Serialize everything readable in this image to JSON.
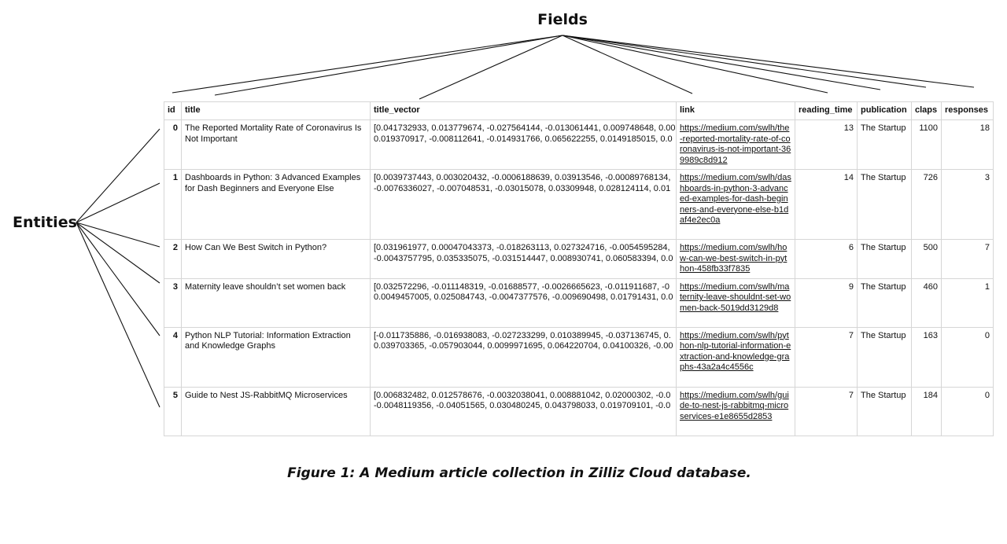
{
  "labels": {
    "fields": "Fields",
    "entities": "Entities"
  },
  "caption": "Figure 1: A Medium article collection in Zilliz Cloud database.",
  "columns": [
    "id",
    "title",
    "title_vector",
    "link",
    "reading_time",
    "publication",
    "claps",
    "responses"
  ],
  "rows": [
    {
      "id": "0",
      "title": "The Reported Mortality Rate of Coronavirus Is Not Important",
      "title_vector": "[0.041732933, 0.013779674, -0.027564144, -0.013061441, 0.009748648, 0.00\n0.019370917, -0.008112641, -0.014931766, 0.065622255, 0.0149185015, 0.0",
      "link": "https://medium.com/swlh/the-reported-mortality-rate-of-coronavirus-is-not-important-369989c8d912",
      "reading_time": "13",
      "publication": "The Startup",
      "claps": "1100",
      "responses": "18"
    },
    {
      "id": "1",
      "title": "Dashboards in Python: 3 Advanced Examples for Dash Beginners and Everyone Else",
      "title_vector": "[0.0039737443, 0.003020432, -0.0006188639, 0.03913546, -0.00089768134,\n-0.0076336027, -0.007048531, -0.03015078, 0.03309948, 0.028124114, 0.01",
      "link": "https://medium.com/swlh/dashboards-in-python-3-advanced-examples-for-dash-beginners-and-everyone-else-b1daf4e2ec0a",
      "reading_time": "14",
      "publication": "The Startup",
      "claps": "726",
      "responses": "3"
    },
    {
      "id": "2",
      "title": "How Can We Best Switch in Python?",
      "title_vector": "[0.031961977, 0.00047043373, -0.018263113, 0.027324716, -0.0054595284,\n-0.0043757795, 0.035335075, -0.031514447, 0.008930741, 0.060583394, 0.0",
      "link": "https://medium.com/swlh/how-can-we-best-switch-in-python-458fb33f7835",
      "reading_time": "6",
      "publication": "The Startup",
      "claps": "500",
      "responses": "7"
    },
    {
      "id": "3",
      "title": "Maternity leave shouldn’t set women back",
      "title_vector": "[0.032572296, -0.011148319, -0.01688577, -0.0026665623, -0.011911687, -0\n0.0049457005, 0.025084743, -0.0047377576, -0.009690498, 0.01791431, 0.0",
      "link": "https://medium.com/swlh/maternity-leave-shouldnt-set-women-back-5019dd3129d8",
      "reading_time": "9",
      "publication": "The Startup",
      "claps": "460",
      "responses": "1"
    },
    {
      "id": "4",
      "title": "Python NLP Tutorial: Information Extraction and Knowledge Graphs",
      "title_vector": "[-0.011735886, -0.016938083, -0.027233299, 0.010389945, -0.037136745, 0.\n0.039703365, -0.057903044, 0.0099971695, 0.064220704, 0.04100326, -0.00",
      "link": "https://medium.com/swlh/python-nlp-tutorial-information-extraction-and-knowledge-graphs-43a2a4c4556c",
      "reading_time": "7",
      "publication": "The Startup",
      "claps": "163",
      "responses": "0"
    },
    {
      "id": "5",
      "title": "Guide to Nest JS-RabbitMQ Microservices",
      "title_vector": "[0.006832482, 0.012578676, -0.0032038041, 0.008881042, 0.02000302, -0.0\n-0.0048119356, -0.04051565, 0.030480245, 0.043798033, 0.019709101, -0.0",
      "link": "https://medium.com/swlh/guide-to-nest-js-rabbitmq-microservices-e1e8655d2853",
      "reading_time": "7",
      "publication": "The Startup",
      "claps": "184",
      "responses": "0"
    }
  ]
}
